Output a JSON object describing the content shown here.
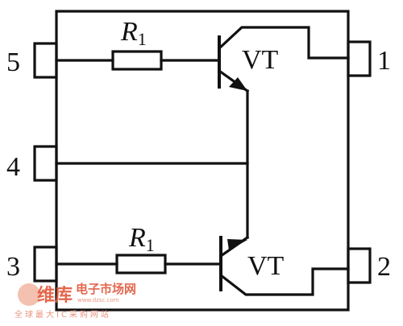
{
  "pins": {
    "p1": "1",
    "p2": "2",
    "p3": "3",
    "p4": "4",
    "p5": "5"
  },
  "upper_resistor": {
    "letter": "R",
    "subscript": "1"
  },
  "lower_resistor": {
    "letter": "R",
    "subscript": "1"
  },
  "upper_transistor": {
    "label": "VT"
  },
  "lower_transistor": {
    "label": "VT"
  },
  "watermark": {
    "brand": "维库",
    "line1": "电子市场网",
    "url": "www.dzsc.com",
    "line2": "全球最大IC采购网站",
    "color": "#e2573a"
  }
}
